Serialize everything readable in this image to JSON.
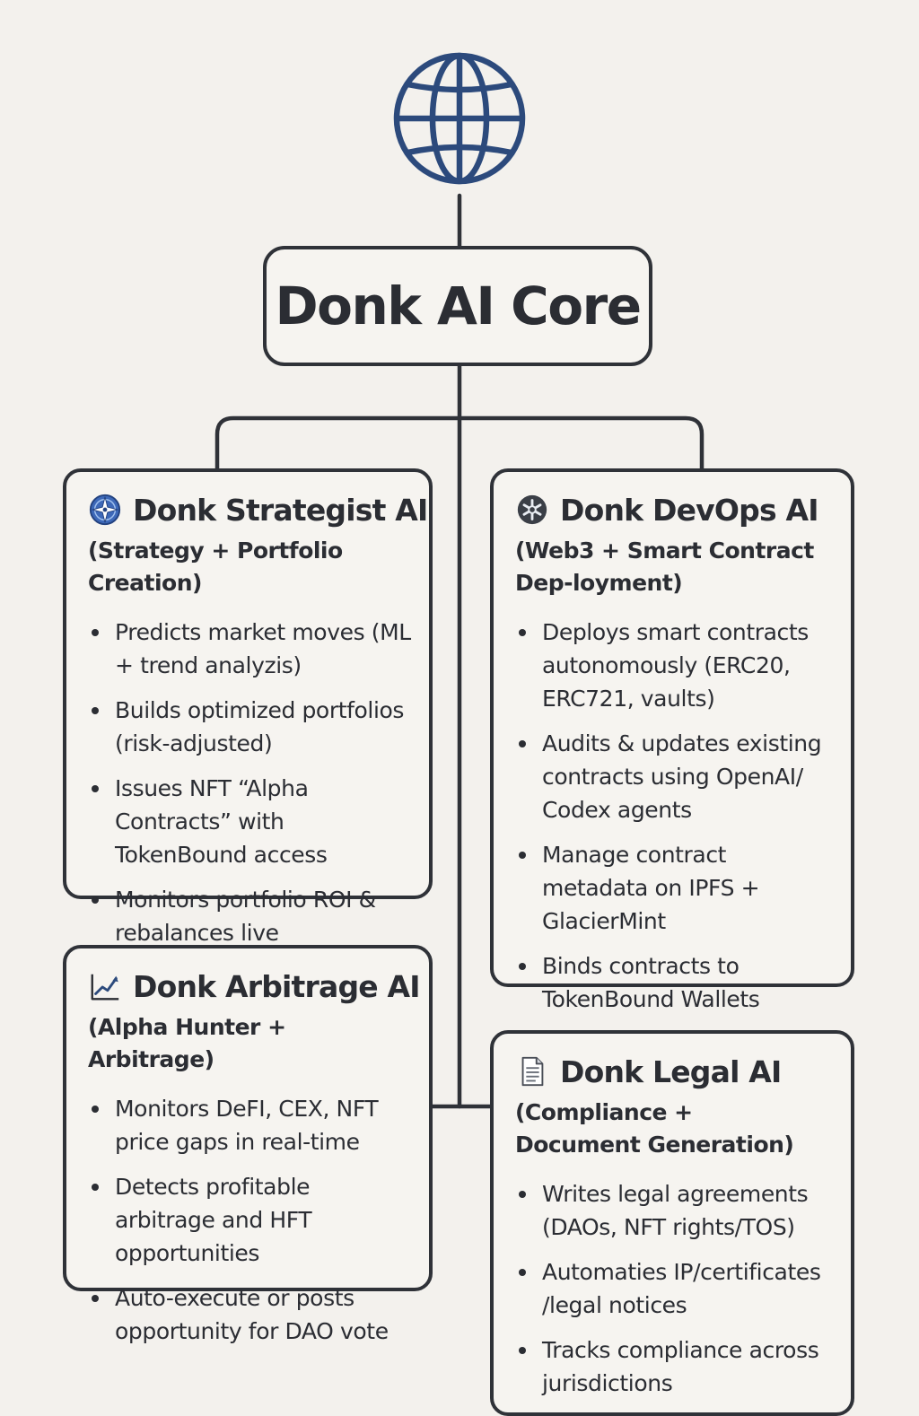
{
  "diagram": {
    "core": {
      "title": "Donk AI Core"
    },
    "colors": {
      "background": "#f3f1ed",
      "stroke": "#2f3238",
      "globe": "#2c4a7c",
      "text": "#2b2d33"
    },
    "icons": {
      "top": "globe-icon",
      "strategist": "compass-icon",
      "devops": "gear-icon",
      "arbitrage": "chart-increasing-icon",
      "legal": "document-icon"
    },
    "strategist": {
      "title": "Donk Strategist AI",
      "subtitle": "(Strategy + Portfolio Creation)",
      "items": [
        "Predicts market moves (ML + trend analyzis)",
        "Builds optimized portfolios (risk-adjusted)",
        "Issues NFT “Alpha Contracts” with TokenBound access",
        "Monitors portfolio ROI & rebalances live"
      ]
    },
    "devops": {
      "title": "Donk DevOps AI",
      "subtitle": "(Web3 + Smart Contract Dep-loyment)",
      "items": [
        "Deploys smart contracts autonomously (ERC20, ERC721, vaults)",
        "Audits & updates existing contracts using OpenAI/ Codex agents",
        "Manage contract metadata on IPFS + GlacierMint",
        "Binds contracts to TokenBound Wallets"
      ]
    },
    "arbitrage": {
      "title": "Donk Arbitrage AI",
      "subtitle": "(Alpha Hunter + Arbitrage)",
      "items": [
        "Monitors DeFI, CEX, NFT price gaps in real-time",
        "Detects profitable arbitrage and HFT opportunities",
        "Auto-execute or posts opportunity for DAO vote"
      ]
    },
    "legal": {
      "title": "Donk Legal AI",
      "subtitle": "(Compliance + Document Generation)",
      "items": [
        "Writes legal agreements (DAOs, NFT rights/TOS)",
        "Automaties IP/certificates /legal notices",
        "Tracks compliance across jurisdictions"
      ]
    }
  }
}
